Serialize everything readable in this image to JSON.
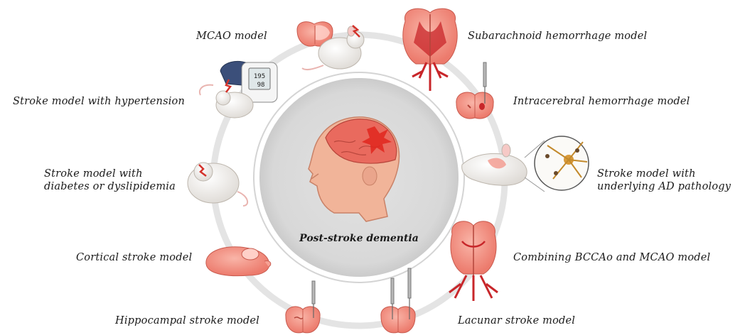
{
  "center": {
    "title": "Post-stroke dementia"
  },
  "models": {
    "mcao": "MCAO model",
    "sah": "Subarachnoid hemorrhage model",
    "hypertension": "Stroke model with hypertension",
    "ich": "Intracerebral hemorrhage model",
    "diabetes_line1": "Stroke model with",
    "diabetes_line2": "diabetes or dyslipidemia",
    "ad_line1": "Stroke model with",
    "ad_line2": "underlying AD pathology",
    "cortical": "Cortical stroke model",
    "bccao": "Combining BCCAo and MCAO model",
    "hippocampal": "Hippocampal stroke model",
    "lacunar": "Lacunar stroke model"
  },
  "monitor": {
    "systolic": "195",
    "diastolic": "98"
  },
  "colors": {
    "ring": "#e4e4e4",
    "center_disc": "#dadada",
    "brain_pink": "#f28a7e",
    "artery_red": "#c8262a",
    "mouse_white": "#f4f2ef"
  }
}
